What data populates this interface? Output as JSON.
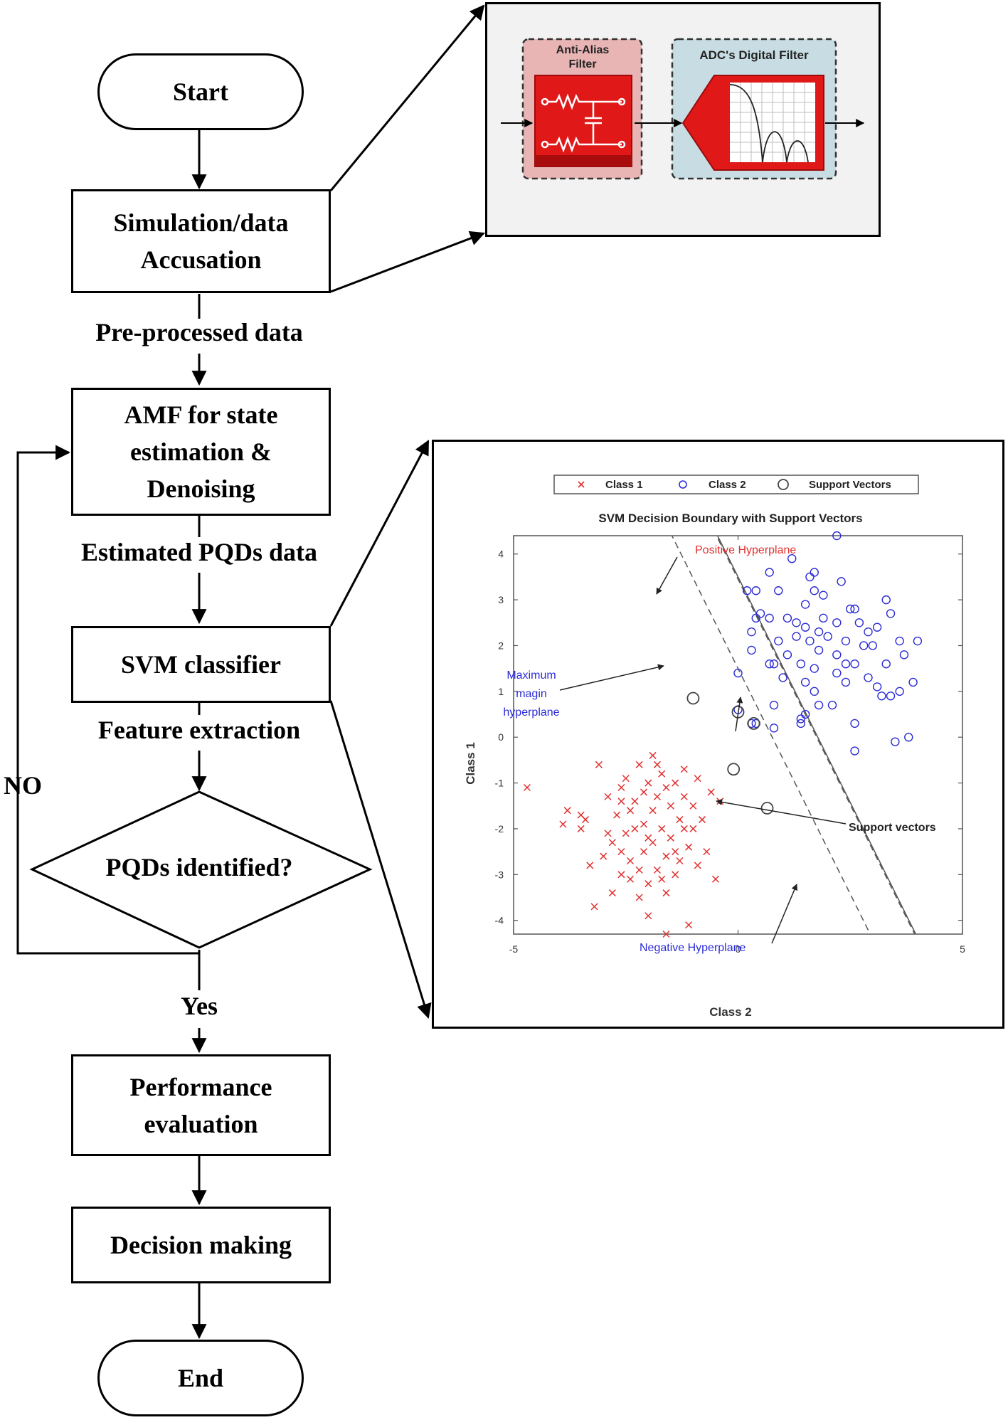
{
  "flowchart": {
    "start": "Start",
    "acquisition": "Simulation/data\nAccusation",
    "edge_preprocessed": "Pre-processed data",
    "amf": "AMF for state\nestimation &\nDenoising",
    "edge_estimated": "Estimated PQDs data",
    "svm": "SVM classifier",
    "edge_features": "Feature extraction",
    "decision": "PQDs identified?",
    "no_label": "NO",
    "yes_label": "Yes",
    "performance": "Performance\nevaluation",
    "decision_making": "Decision making",
    "end": "End"
  },
  "filter_inset": {
    "anti_alias_label": "Anti-Alias\nFilter",
    "digital_filter_label": "ADC's Digital Filter",
    "colors": {
      "red": "#e01818",
      "dark_red": "#9a0c0c",
      "pink": "#e8b4b4",
      "teal": "#c8dde3"
    }
  },
  "svm_plot": {
    "legend": {
      "class1": "Class 1",
      "class2": "Class 2",
      "support": "Support Vectors"
    },
    "annotations": {
      "positive": "Positive Hyperplane",
      "maximum": "Maximum\nmagin\nhyperplane",
      "support": "Support vectors",
      "negative": "Negative Hyperplane"
    },
    "colors": {
      "class1": "#e23030",
      "class2": "#2b2bd6",
      "annotation_red": "#e23030",
      "annotation_blue": "#2b2bd6"
    }
  },
  "chart_data": {
    "type": "scatter",
    "title": "SVM Decision Boundary with Support Vectors",
    "xlabel": "Class 2",
    "ylabel": "Class 1",
    "xlim": [
      -5,
      5
    ],
    "ylim": [
      -4.3,
      4.4
    ],
    "x_ticks": [
      -5,
      0,
      5
    ],
    "y_ticks": [
      -4,
      -3,
      -2,
      -1,
      0,
      1,
      2,
      3,
      4
    ],
    "legend_position": "top",
    "series": [
      {
        "name": "Class 1",
        "marker": "x",
        "points": [
          [
            -4.7,
            -1.1
          ],
          [
            -3.9,
            -1.9
          ],
          [
            -3.8,
            -1.6
          ],
          [
            -3.5,
            -1.7
          ],
          [
            -3.4,
            -1.8
          ],
          [
            -3.3,
            -2.8
          ],
          [
            -3.2,
            -3.7
          ],
          [
            -3.1,
            -0.6
          ],
          [
            -3.0,
            -2.6
          ],
          [
            -2.9,
            -1.3
          ],
          [
            -2.8,
            -2.3
          ],
          [
            -2.8,
            -3.4
          ],
          [
            -2.7,
            -1.7
          ],
          [
            -2.6,
            -3.0
          ],
          [
            -2.6,
            -1.1
          ],
          [
            -2.5,
            -2.1
          ],
          [
            -2.5,
            -0.9
          ],
          [
            -2.4,
            -3.1
          ],
          [
            -2.4,
            -2.7
          ],
          [
            -2.3,
            -1.4
          ],
          [
            -2.3,
            -2.0
          ],
          [
            -2.2,
            -3.5
          ],
          [
            -2.2,
            -0.6
          ],
          [
            -2.1,
            -1.9
          ],
          [
            -2.1,
            -2.5
          ],
          [
            -2.0,
            -1.0
          ],
          [
            -2.0,
            -3.2
          ],
          [
            -1.9,
            -2.3
          ],
          [
            -1.9,
            -1.6
          ],
          [
            -1.9,
            -0.4
          ],
          [
            -1.8,
            -2.9
          ],
          [
            -1.8,
            -1.3
          ],
          [
            -1.7,
            -2.0
          ],
          [
            -1.7,
            -0.8
          ],
          [
            -1.6,
            -3.4
          ],
          [
            -1.6,
            -2.6
          ],
          [
            -1.5,
            -1.5
          ],
          [
            -1.5,
            -2.2
          ],
          [
            -1.4,
            -1.0
          ],
          [
            -1.4,
            -3.0
          ],
          [
            -1.3,
            -1.8
          ],
          [
            -1.3,
            -2.7
          ],
          [
            -1.2,
            -0.7
          ],
          [
            -1.2,
            -1.3
          ],
          [
            -1.1,
            -2.4
          ],
          [
            -1.0,
            -2.0
          ],
          [
            -1.0,
            -1.5
          ],
          [
            -0.9,
            -0.9
          ],
          [
            -0.8,
            -1.8
          ],
          [
            -0.7,
            -2.5
          ],
          [
            -0.6,
            -1.2
          ],
          [
            -0.5,
            -3.1
          ],
          [
            -1.6,
            -4.3
          ],
          [
            -1.1,
            -4.1
          ],
          [
            -2.0,
            -3.9
          ],
          [
            -2.6,
            -1.4
          ],
          [
            -2.1,
            -1.2
          ],
          [
            -1.6,
            -1.1
          ],
          [
            -0.9,
            -2.8
          ],
          [
            -2.4,
            -1.6
          ],
          [
            -2.9,
            -2.1
          ],
          [
            -3.5,
            -2.0
          ],
          [
            -1.8,
            -0.6
          ],
          [
            -1.4,
            -2.5
          ],
          [
            -0.4,
            -1.4
          ],
          [
            -2.6,
            -2.5
          ],
          [
            -2.0,
            -2.2
          ],
          [
            -1.2,
            -2.0
          ],
          [
            -1.7,
            -3.1
          ],
          [
            -2.2,
            -2.9
          ]
        ]
      },
      {
        "name": "Class 2",
        "marker": "o",
        "points": [
          [
            2.2,
            4.4
          ],
          [
            1.2,
            3.9
          ],
          [
            1.7,
            3.6
          ],
          [
            0.7,
            3.6
          ],
          [
            1.6,
            3.5
          ],
          [
            2.3,
            3.4
          ],
          [
            0.9,
            3.2
          ],
          [
            0.4,
            3.2
          ],
          [
            0.2,
            3.2
          ],
          [
            1.7,
            3.2
          ],
          [
            3.3,
            3.0
          ],
          [
            1.9,
            3.1
          ],
          [
            1.5,
            2.9
          ],
          [
            2.6,
            2.8
          ],
          [
            2.5,
            2.8
          ],
          [
            3.4,
            2.7
          ],
          [
            0.5,
            2.7
          ],
          [
            0.4,
            2.6
          ],
          [
            1.1,
            2.6
          ],
          [
            1.3,
            2.5
          ],
          [
            2.2,
            2.5
          ],
          [
            2.7,
            2.5
          ],
          [
            1.5,
            2.4
          ],
          [
            0.7,
            2.6
          ],
          [
            1.8,
            2.3
          ],
          [
            2.9,
            2.3
          ],
          [
            0.3,
            2.3
          ],
          [
            1.3,
            2.2
          ],
          [
            2.0,
            2.2
          ],
          [
            1.6,
            2.1
          ],
          [
            2.4,
            2.1
          ],
          [
            3.0,
            2.0
          ],
          [
            3.6,
            2.1
          ],
          [
            4.0,
            2.1
          ],
          [
            0.9,
            2.1
          ],
          [
            0.3,
            1.9
          ],
          [
            1.8,
            1.9
          ],
          [
            2.2,
            1.8
          ],
          [
            3.7,
            1.8
          ],
          [
            1.4,
            1.6
          ],
          [
            0.8,
            1.6
          ],
          [
            2.6,
            1.6
          ],
          [
            3.3,
            1.6
          ],
          [
            0.7,
            1.6
          ],
          [
            1.7,
            1.5
          ],
          [
            2.2,
            1.4
          ],
          [
            0.0,
            1.4
          ],
          [
            2.9,
            1.3
          ],
          [
            1.0,
            1.3
          ],
          [
            3.9,
            1.2
          ],
          [
            1.5,
            1.2
          ],
          [
            2.4,
            1.2
          ],
          [
            3.1,
            1.1
          ],
          [
            1.7,
            1.0
          ],
          [
            3.2,
            0.9
          ],
          [
            3.4,
            0.9
          ],
          [
            3.6,
            1.0
          ],
          [
            1.8,
            0.7
          ],
          [
            0.8,
            0.7
          ],
          [
            1.5,
            0.5
          ],
          [
            1.4,
            0.4
          ],
          [
            1.4,
            0.3
          ],
          [
            0.8,
            0.2
          ],
          [
            2.1,
            0.7
          ],
          [
            0.0,
            0.6
          ],
          [
            0.4,
            0.3
          ],
          [
            2.6,
            0.3
          ],
          [
            3.5,
            -0.1
          ],
          [
            3.8,
            0.0
          ],
          [
            2.6,
            -0.3
          ],
          [
            0.3,
            0.3
          ],
          [
            2.4,
            1.6
          ],
          [
            1.9,
            2.6
          ],
          [
            2.8,
            2.0
          ],
          [
            1.1,
            1.8
          ],
          [
            3.1,
            2.4
          ]
        ]
      },
      {
        "name": "Support Vectors",
        "marker": "circle",
        "points": [
          [
            -1.0,
            0.85
          ],
          [
            -0.1,
            -0.7
          ],
          [
            0.65,
            -1.55
          ],
          [
            0.0,
            0.55
          ],
          [
            0.35,
            0.3
          ]
        ]
      }
    ],
    "lines": [
      {
        "role": "positive-hyperplane",
        "style": "dashed",
        "slope": -1.97,
        "intercept": 3.45
      },
      {
        "role": "maximum-margin",
        "style": "solid",
        "slope": -1.97,
        "intercept": 3.5
      },
      {
        "role": "negative-hyperplane",
        "style": "dashed",
        "slope": -1.97,
        "intercept": 1.5
      }
    ]
  }
}
